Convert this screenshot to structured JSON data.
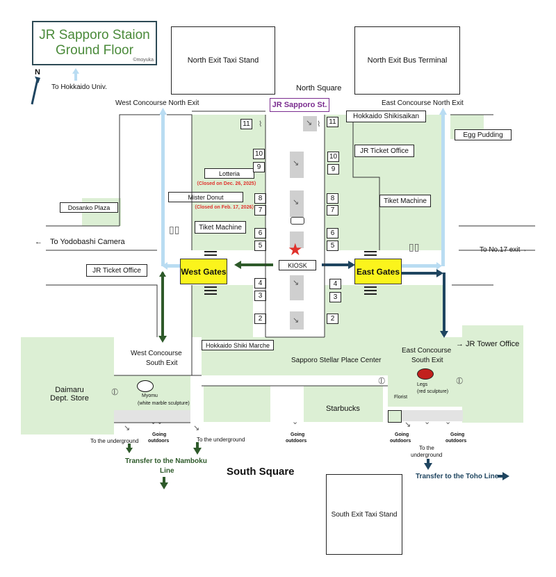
{
  "title": {
    "line1": "JR Sapporo Staion",
    "line2": "Ground Floor",
    "credit": "©moyuka"
  },
  "compass": {
    "north": "N"
  },
  "labels": {
    "hokkaido_univ": "To Hokkaido Univ.",
    "north_taxi": "North Exit Taxi Stand",
    "north_bus": "North Exit Bus Terminal",
    "north_square": "North Square",
    "west_north_exit": "West Concourse North Exit",
    "east_north_exit": "East Concourse North Exit",
    "jr_sapporo_st": "JR Sapporo St.",
    "shikisaikan": "Hokkaido Shikisaikan",
    "egg_pudding": "Egg Pudding",
    "jr_ticket_office_e": "JR Ticket Office",
    "jr_ticket_office_w": "JR Ticket Office",
    "tiket_machine_e": "Tiket Machine",
    "tiket_machine_w": "Tiket Machine",
    "lotteria": "Lotteria",
    "lotteria_note": "（Closed on Dec. 26, 2025）",
    "mister_donut": "Mister Donut",
    "mister_donut_note": "（Closed on Feb. 17, 2026）",
    "dosanko": "Dosanko Plaza",
    "yodobashi": "←　To Yodobashi Camera",
    "no17": "To No.17 exit→",
    "west_gates": "West Gates",
    "east_gates": "East Gates",
    "kiosk": "KIOSK",
    "jr_tower": "→ JR Tower Office",
    "west_south_exit_1": "West Concourse",
    "west_south_exit_2": "South Exit",
    "east_south_exit_1": "East Concourse",
    "east_south_exit_2": "South Exit",
    "shiki_marche": "Hokkaido Shiki Marche",
    "stellar": "Sapporo Stellar Place Center",
    "daimaru_1": "Daimaru",
    "daimaru_2": "Dept. Store",
    "myomu": "Myomu",
    "myomu_sub": "(white marble sculpture)",
    "legs": "Legs",
    "legs_sub": "(red sculpture)",
    "florist": "Florist",
    "starbucks": "Starbucks",
    "underground_1": "To the underground",
    "underground_2": "To the underground",
    "underground_3_a": "To the",
    "underground_3_b": "underground",
    "going_out_1_a": "Going",
    "going_out_1_b": "outdoors",
    "going_out_2_a": "Going",
    "going_out_2_b": "outdoors",
    "going_out_3_a": "Going",
    "going_out_3_b": "outdoors",
    "going_out_4_a": "Going",
    "going_out_4_b": "outdoors",
    "namboku_1": "Transfer to the Namboku",
    "namboku_2": "Line",
    "toho": "Transfer to the Toho Line",
    "south_square": "South Square",
    "south_taxi": "South Exit Taxi Stand"
  },
  "platforms": [
    "11",
    "10",
    "9",
    "8",
    "7",
    "6",
    "5",
    "4",
    "3",
    "2",
    "11",
    "10",
    "9",
    "8",
    "7",
    "6",
    "5",
    "4",
    "3",
    "2"
  ],
  "colors": {
    "green": "#dcefd4",
    "gate": "#fbf41c",
    "dark_green": "#2e5a2a",
    "navy": "#1f4560",
    "light_blue": "#b9dcf2",
    "purple": "#7a2c8f",
    "red": "#e0312b"
  }
}
